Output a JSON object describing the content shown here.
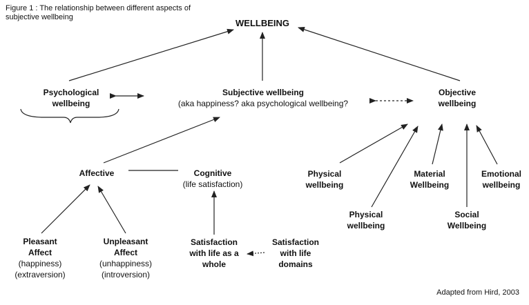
{
  "caption": "Figure 1 : The relationship between different aspects of subjective wellbeing",
  "credit": "Adapted from Hird, 2003",
  "nodes": {
    "wellbeing": {
      "title": "WELLBEING"
    },
    "psychological": {
      "line1": "Psychological",
      "line2": "wellbeing"
    },
    "subjective": {
      "line1": "Subjective wellbeing",
      "line2": "(aka happiness? aka psychological wellbeing?"
    },
    "objective": {
      "line1": "Objective",
      "line2": "wellbeing"
    },
    "affective": {
      "title": "Affective"
    },
    "cognitive": {
      "line1": "Cognitive",
      "line2": "(life satisfaction)"
    },
    "pleasant": {
      "line1": "Pleasant",
      "line2": "Affect",
      "line3": "(happiness)",
      "line4": "(extraversion)"
    },
    "unpleasant": {
      "line1": "Unpleasant",
      "line2": "Affect",
      "line3": "(unhappiness)",
      "line4": "(introversion)"
    },
    "sat_whole": {
      "line1": "Satisfaction",
      "line2": "with life as a",
      "line3": "whole"
    },
    "sat_domains": {
      "line1": "Satisfaction",
      "line2": "with life",
      "line3": "domains"
    },
    "physical1": {
      "line1": "Physical",
      "line2": "wellbeing"
    },
    "physical2": {
      "line1": "Physical",
      "line2": "wellbeing"
    },
    "material": {
      "line1": "Material",
      "line2": "Wellbeing"
    },
    "social": {
      "line1": "Social",
      "line2": "Wellbeing"
    },
    "emotional": {
      "line1": "Emotional",
      "line2": "wellbeing"
    }
  }
}
